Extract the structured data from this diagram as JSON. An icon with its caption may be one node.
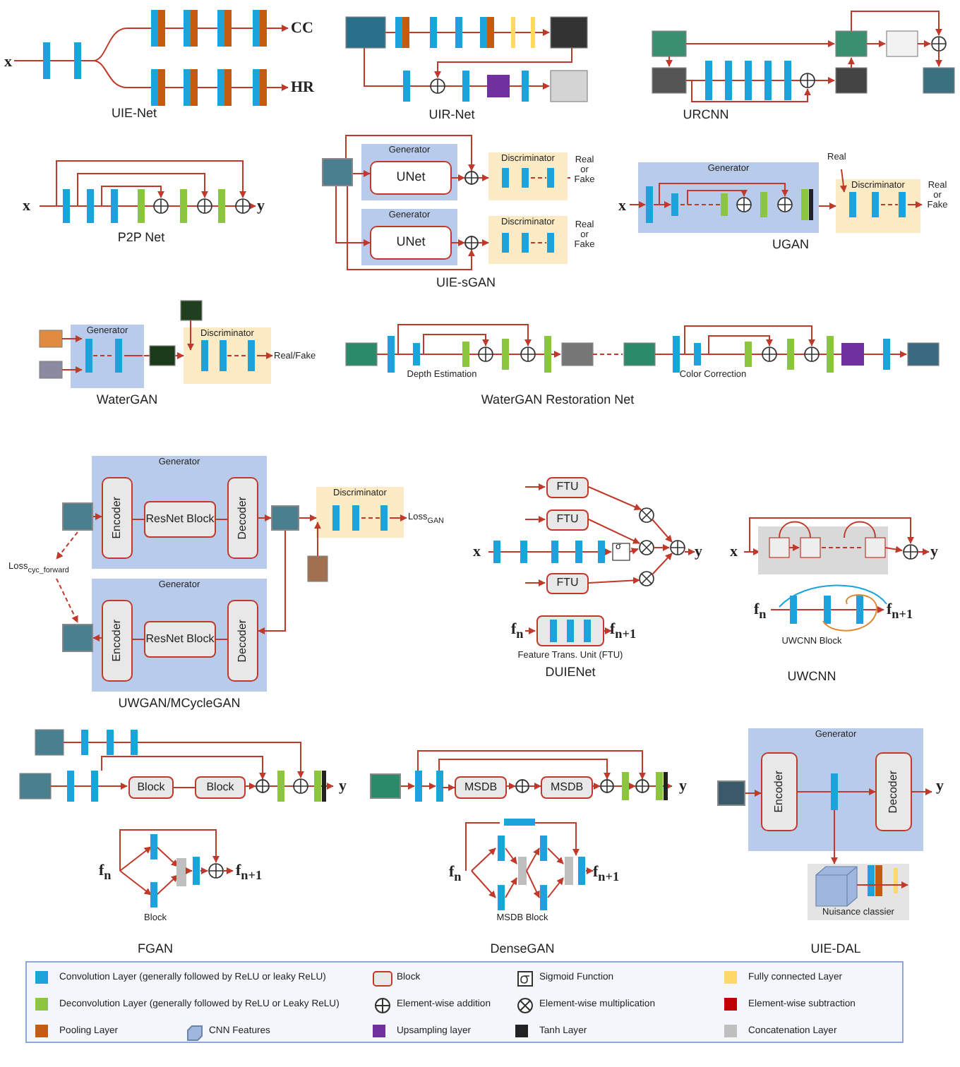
{
  "diagram": {
    "nodes": [
      {
        "text": [
          "Generator"
        ]
      },
      {
        "text": [
          "UNet"
        ],
        "in": 0
      },
      {
        "text": [
          "Discriminator"
        ]
      },
      {
        "text": [
          "Generator"
        ]
      },
      {
        "text": [
          "UNet"
        ],
        "in": 3
      },
      {
        "text": [
          "Discriminator"
        ]
      },
      {
        "text": [
          "Generator"
        ]
      },
      {
        "text": [
          "Discriminator"
        ]
      },
      {
        "text": [
          "Generator"
        ]
      },
      {
        "text": [
          "Discriminator"
        ]
      },
      {
        "text": [
          "Generator"
        ]
      },
      {
        "text": [
          "Encoder"
        ],
        "in": 10
      },
      {
        "text": [
          "ResNet Block"
        ],
        "in": 10
      },
      {
        "text": [
          "Decoder"
        ],
        "in": 10
      },
      {
        "text": [
          "Generator"
        ]
      },
      {
        "text": [
          "Encoder"
        ],
        "in": 14
      },
      {
        "text": [
          "ResNet Block"
        ],
        "in": 14
      },
      {
        "text": [
          "Decoder"
        ],
        "in": 14
      },
      {
        "text": [
          "Discriminator"
        ]
      },
      {
        "text": [
          "FTU"
        ]
      },
      {
        "text": [
          "FTU"
        ]
      },
      {
        "text": [
          "FTU"
        ]
      },
      {
        "text": [],
        "shape": "box",
        "beside": [
          "Feature Trans. Unit (FTU)"
        ]
      },
      {
        "text": [
          "Block"
        ]
      },
      {
        "text": [
          "Block"
        ]
      },
      {
        "text": [
          "MSDB"
        ]
      },
      {
        "text": [
          "MSDB"
        ]
      },
      {
        "text": [
          "Generator"
        ]
      },
      {
        "text": [
          "Encoder"
        ],
        "in": 27
      },
      {
        "text": [
          "Decoder"
        ],
        "in": 27
      },
      {
        "text": [
          "Nuisance classier"
        ]
      },
      {
        "text": [],
        "shape": "picture"
      },
      {
        "text": [],
        "shape": "picture"
      },
      {
        "text": [],
        "shape": "picture"
      },
      {
        "text": [],
        "shape": "picture"
      },
      {
        "text": [],
        "shape": "picture"
      },
      {
        "text": [],
        "shape": "circle"
      },
      {
        "text": [],
        "shape": "circle"
      },
      {
        "text": [],
        "shape": "circle"
      },
      {
        "text": [],
        "shape": "circle"
      },
      {
        "text": [],
        "shape": "circle"
      },
      {
        "text": [],
        "shape": "circle"
      },
      {
        "text": [],
        "shape": "bar"
      },
      {
        "text": [],
        "shape": "bar"
      },
      {
        "text": [],
        "shape": "picture"
      }
    ],
    "edges": [
      {
        "from": 11,
        "to": 12,
        "arrow": "none"
      },
      {
        "from": 12,
        "to": 13,
        "arrow": "none"
      },
      {
        "from": 15,
        "to": 16,
        "arrow": "none"
      },
      {
        "from": 16,
        "to": 17,
        "arrow": "none"
      },
      {
        "from": 6,
        "to": 7,
        "arrow": "to"
      },
      {
        "from": 23,
        "to": 24,
        "arrow": "none"
      },
      {
        "from": 25,
        "to": 39,
        "arrow": "to"
      },
      {
        "from": 28,
        "to": 29,
        "arrow": "to"
      },
      {
        "from": 1,
        "to": 36,
        "arrow": "to"
      },
      {
        "from": 36,
        "to": 2,
        "arrow": "to"
      },
      {
        "from": 4,
        "to": 37,
        "arrow": "to"
      },
      {
        "from": 37,
        "to": 5,
        "arrow": "to"
      },
      {
        "from": 8,
        "to": 9,
        "arrow": "to"
      },
      {
        "from": 13,
        "to": 31,
        "arrow": "to"
      },
      {
        "from": 31,
        "to": 18,
        "arrow": "to"
      },
      {
        "from": 31,
        "to": 17,
        "arrow": "to"
      },
      {
        "from": 32,
        "to": 28,
        "arrow": "to"
      },
      {
        "from": 33,
        "to": 1,
        "arrow": "to"
      },
      {
        "from": 33,
        "to": 4,
        "arrow": "to"
      },
      {
        "from": 33,
        "to": 36,
        "arrow": "to"
      },
      {
        "from": 33,
        "to": 37,
        "arrow": "to"
      },
      {
        "from": 34,
        "to": 11,
        "arrow": "to"
      },
      {
        "from": 15,
        "to": 35,
        "arrow": "to"
      },
      {
        "from": 27,
        "to": 30,
        "arrow": "to"
      },
      {
        "from": 39,
        "to": 26,
        "arrow": "to"
      },
      {
        "from": 26,
        "to": 40,
        "arrow": "to"
      },
      {
        "from": 24,
        "to": 38,
        "arrow": "to"
      },
      {
        "from": null,
        "to": 38,
        "arrow": "to"
      },
      {
        "from": 43,
        "to": 40,
        "arrow": "to"
      },
      {
        "from": 42,
        "to": 41,
        "arrow": "to"
      },
      {
        "from": 40,
        "to": 41,
        "arrow": "to"
      },
      {
        "from": 44,
        "to": 42,
        "arrow": "to"
      },
      {
        "from": 42,
        "to": 43,
        "arrow": "to"
      },
      {
        "from": 43,
        "to": 25,
        "arrow": "to"
      }
    ],
    "labels": [
      "x",
      "CC",
      "HR",
      "UIE-Net",
      "UIR-Net",
      "URCNN",
      "x",
      "y",
      "P2P Net",
      "Real or Fake",
      "Real or Fake",
      "UIE-sGAN",
      "x",
      "Real",
      "Real or Fake",
      "UGAN",
      "Real/Fake",
      "WaterGAN",
      "Depth Estimation",
      "Color Correction",
      "WaterGAN Restoration Net",
      "Loss$_{cyc_forward}$",
      "Loss$_{GAN}$",
      "UWGAN/MCycleGAN",
      "x",
      "σ",
      "y",
      "f$_{n}$",
      "f$_{n+1}$",
      "DUIENet",
      "x",
      "y",
      "f$_{n}$",
      "f$_{n+1}$",
      "UWCNN Block",
      "UWCNN",
      "y",
      "f$_{n}$",
      "f$_{n+1}$",
      "Block",
      "FGAN",
      "y",
      "f$_{n}$",
      "f$_{n+1}$",
      "MSDB Block",
      "DenseGAN",
      "y",
      "UIE-DAL"
    ],
    "legend": [
      {
        "text": "Convolution Layer (generally followed by ReLU or leaky ReLU)",
        "color": "#1ca3dc"
      },
      {
        "text": "Block"
      },
      {
        "text": "Sigmoid Function"
      },
      {
        "text": "Fully connected Layer",
        "color": "#ffd966"
      },
      {
        "text": "Deconvolution Layer (generally followed by ReLU or Leaky ReLU)",
        "color": "#8cc63f"
      },
      {
        "text": "Element-wise addition"
      },
      {
        "text": "Element-wise multiplication"
      },
      {
        "text": "Element-wise subtraction",
        "color": "#c00000"
      },
      {
        "text": "Pooling Layer",
        "color": "#c55a11"
      },
      {
        "text": "CNN Features"
      },
      {
        "text": "Upsampling layer",
        "color": "#7030a0"
      },
      {
        "text": "Tanh Layer",
        "color": "#222222"
      },
      {
        "text": "Concatenation Layer",
        "color": "#bfbfbf"
      }
    ]
  }
}
